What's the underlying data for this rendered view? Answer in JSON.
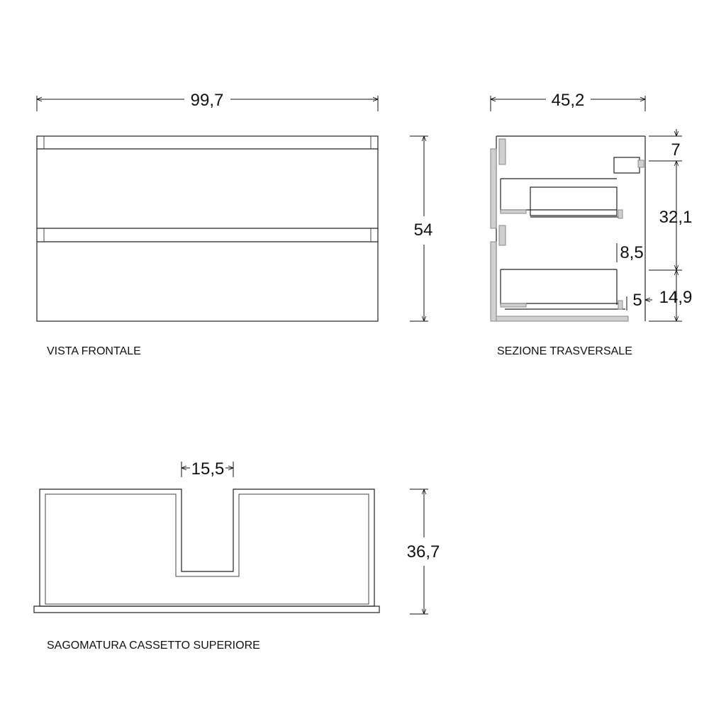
{
  "front_view": {
    "caption": "VISTA FRONTALE",
    "width_dim": "99,7",
    "height_dim": "54"
  },
  "cross_section": {
    "caption": "SEZIONE TRASVERSALE",
    "width_dim": "45,2",
    "dim_top": "7",
    "dim_middle": "32,1",
    "dim_bottom": "14,9",
    "dim_inner_gap": "8,5",
    "dim_inner_bottom": "5"
  },
  "drawer_profile": {
    "caption": "SAGOMATURA CASSETTO SUPERIORE",
    "notch_dim": "15,5",
    "height_dim": "36,7"
  }
}
